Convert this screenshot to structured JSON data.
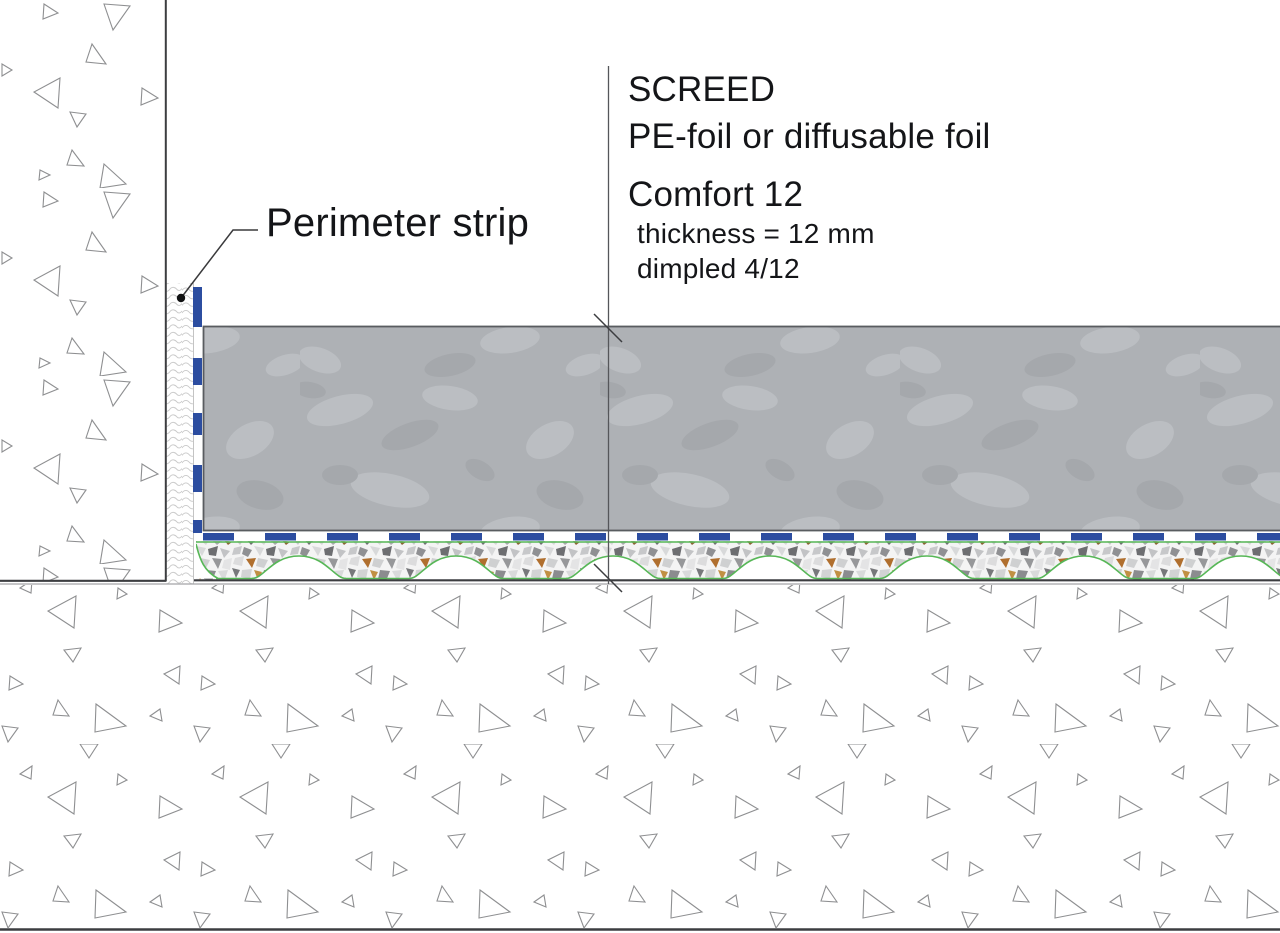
{
  "annotations": {
    "screed": "SCREED",
    "pe_foil": "PE-foil or diffusable foil",
    "comfort": "Comfort 12",
    "comfort_thickness": "thickness = 12 mm",
    "comfort_dimpled": "dimpled 4/12",
    "perimeter_strip": "Perimeter strip"
  },
  "colors": {
    "foil_blue": "#2c4da0",
    "membrane_green": "#57b757",
    "screed_gray": "#aeb1b5",
    "screed_light_blob": "#bbbec2",
    "screed_dark_blob": "#a5a8ac",
    "line_dark": "#3c3d40",
    "hatch_stroke": "#8e8f91"
  }
}
